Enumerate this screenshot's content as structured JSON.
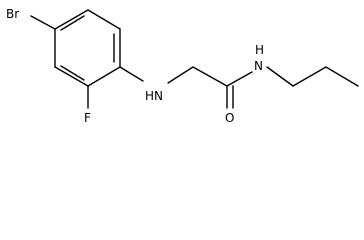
{
  "structure": {
    "atoms": {
      "bromine": "Br",
      "fluorine": "F",
      "amine_nitrogen": "H​N",
      "amide_nitrogen": "N",
      "amide_hydrogen": "H",
      "carbonyl_oxygen": "O"
    }
  }
}
